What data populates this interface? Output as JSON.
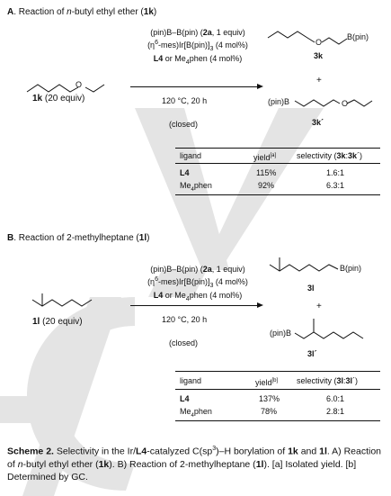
{
  "section_a": {
    "letter": "A",
    "title_pre": ". Reaction of ",
    "title_italic": "n",
    "title_mid": "-butyl ethyl ether (",
    "title_bold": "1k",
    "title_post": ")",
    "substrate_label": "1k",
    "substrate_equiv": " (20 equiv)",
    "reagents": {
      "line1_pre": "(pin)B–B(pin) (",
      "line1_bold": "2a",
      "line1_post": ", 1 equiv)",
      "line2_pre": "(η",
      "line2_sup": "6",
      "line2_mid": "-mes)Ir[B(pin)]",
      "line2_sub": "3",
      "line2_post": " (4 mol%)",
      "line3_bold": "L4",
      "line3_mid": " or Me",
      "line3_sub": "4",
      "line3_post": "phen (4 mol%)"
    },
    "conditions": "120 °C, 20 h",
    "closed": "(closed)",
    "product1_group": "B(pin)",
    "product1_O": "O",
    "product1_label": "3k",
    "plus": "+",
    "product2_group": "(pin)B",
    "product2_O": "O",
    "product2_label": "3k",
    "product2_prime": "´",
    "table": {
      "headers": {
        "ligand": "ligand",
        "yield": "yield",
        "yield_note": "[a]",
        "sel_pre": "selectivity (",
        "sel_bold": "3k",
        "sel_colon": ":",
        "sel_bold2": "3k",
        "sel_post": "´)"
      },
      "rows": [
        {
          "ligand": "L4",
          "ligand_bold": true,
          "yield": "115%",
          "selectivity": "1.6:1"
        },
        {
          "ligand_pre": "Me",
          "ligand_sub": "4",
          "ligand_post": "phen",
          "yield": "92%",
          "selectivity": "6.3:1"
        }
      ]
    }
  },
  "section_b": {
    "letter": "B",
    "title_pre": ". Reaction of 2-methylheptane (",
    "title_bold": "1l",
    "title_post": ")",
    "substrate_label": "1l",
    "substrate_equiv": " (20 equiv)",
    "reagents": {
      "line1_pre": "(pin)B–B(pin) (",
      "line1_bold": "2a",
      "line1_post": ", 1 equiv)",
      "line2_pre": "(η",
      "line2_sup": "6",
      "line2_mid": "-mes)Ir[B(pin)]",
      "line2_sub": "3",
      "line2_post": " (4 mol%)",
      "line3_bold": "L4",
      "line3_mid": " or Me",
      "line3_sub": "4",
      "line3_post": "phen (4 mol%)"
    },
    "conditions": "120 °C, 20 h",
    "closed": "(closed)",
    "product1_group": "B(pin)",
    "product1_label": "3l",
    "plus": "+",
    "product2_group": "(pin)B",
    "product2_label": "3l",
    "product2_prime": "´",
    "table": {
      "headers": {
        "ligand": "ligand",
        "yield": "yield",
        "yield_note": "[b]",
        "sel_pre": "selectivity (",
        "sel_bold": "3l",
        "sel_colon": ":",
        "sel_bold2": "3l",
        "sel_post": "´)"
      },
      "rows": [
        {
          "ligand": "L4",
          "yield": "137%",
          "selectivity": "6.0:1"
        },
        {
          "ligand_pre": "Me",
          "ligand_sub": "4",
          "ligand_post": "phen",
          "yield": "78%",
          "selectivity": "2.8:1"
        }
      ]
    }
  },
  "caption": {
    "scheme": "Scheme 2.",
    "p1": " Selectivity in the Ir/",
    "l4": "L4",
    "p2": "-catalyzed C(sp",
    "sup3": "3",
    "p3": ")–H borylation of ",
    "c1k": "1k",
    "p4": " and ",
    "c1l": "1l",
    "p5": ". A) Reaction of ",
    "n": "n",
    "p6": "-butyl ethyl ether (",
    "c1k2": "1k",
    "p7": "). B) Reaction of 2-methylheptane (",
    "c1l2": "1l",
    "p8": "). [a] Isolated yield. [b] Determined by GC."
  },
  "watermark": {
    "color": "#d9d9d9",
    "text": "VCH"
  }
}
